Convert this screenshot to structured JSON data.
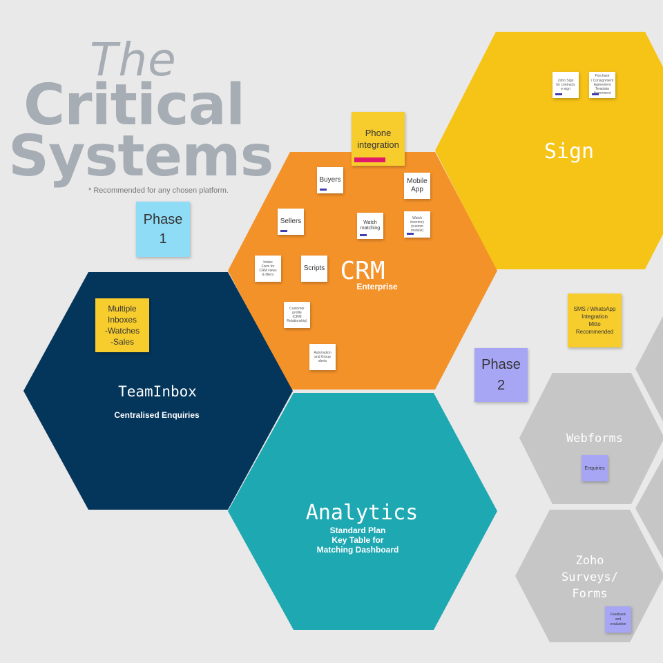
{
  "title": {
    "line1": "The",
    "line2": "Critical",
    "line3": "Systems",
    "subtitle": "* Recommended for any chosen platform."
  },
  "colors": {
    "background": "#e9e9e9",
    "crm": "#f4922a",
    "sign": "#f6c317",
    "teaminbox": "#04355a",
    "analytics": "#1ea8b2",
    "grey_hex": "#c6c6c6",
    "phase1_note": "#8fdcf7",
    "phase2_note": "#a6a6f5",
    "yellow_note": "#f7cd2e"
  },
  "hexagons": {
    "crm": {
      "title": "CRM",
      "subtitle": "Enterprise"
    },
    "sign": {
      "title": "Sign"
    },
    "teaminbox": {
      "title": "TeamInbox",
      "subtitle": "Centralised Enquiries"
    },
    "analytics": {
      "title": "Analytics",
      "sub1": "Standard Plan",
      "sub2": "Key Table for",
      "sub3": "Matching Dashboard"
    },
    "webforms": {
      "title": "Webforms"
    },
    "surveys": {
      "line1": "Zoho",
      "line2": "Surveys/",
      "line3": "Forms"
    }
  },
  "notes": {
    "phone": {
      "line1": "Phone",
      "line2": "integration"
    },
    "phase1": {
      "line1": "Phase",
      "line2": "1"
    },
    "phase2": {
      "line1": "Phase",
      "line2": "2"
    },
    "inboxes": {
      "line1": "Multiple",
      "line2": "Inboxes",
      "line3": "-Watches",
      "line4": "-Sales"
    },
    "sms": {
      "line1": "SMS / WhatsApp",
      "line2": "Integration",
      "line3": "Mitto",
      "line4": "Recommended"
    },
    "buyers": "Buyers",
    "mobile": {
      "line1": "Mobile",
      "line2": "App"
    },
    "sellers": "Sellers",
    "watch_matching": {
      "line1": "Watch",
      "line2": "matching"
    },
    "watch_inventory": {
      "line1": "Watch",
      "line2": "inventory",
      "line3": "(custom",
      "line4": "module)"
    },
    "scripts": "Scripts",
    "data_entry": {
      "line1": "Intake",
      "line2": "Form for",
      "line3": "CRM views",
      "line4": "& filters"
    },
    "customer": {
      "line1": "Customer",
      "line2": "profile",
      "line3": "(CRM",
      "line4": "Relationship)"
    },
    "automation": {
      "line1": "Automation",
      "line2": "and Group",
      "line3": "alerts"
    },
    "zoho_sign1": {
      "line1": "Zoho Sign",
      "line2": "for contracts",
      "line3": "e-sign"
    },
    "zoho_sign2": {
      "line1": "Purchase",
      "line2": "/ Consignment",
      "line3": "Agreement",
      "line4": "Template",
      "line5": "Agreement"
    },
    "enquiries": "Enquiries",
    "feedback": {
      "line1": "Feedback",
      "line2": "and",
      "line3": "evaluation"
    }
  }
}
